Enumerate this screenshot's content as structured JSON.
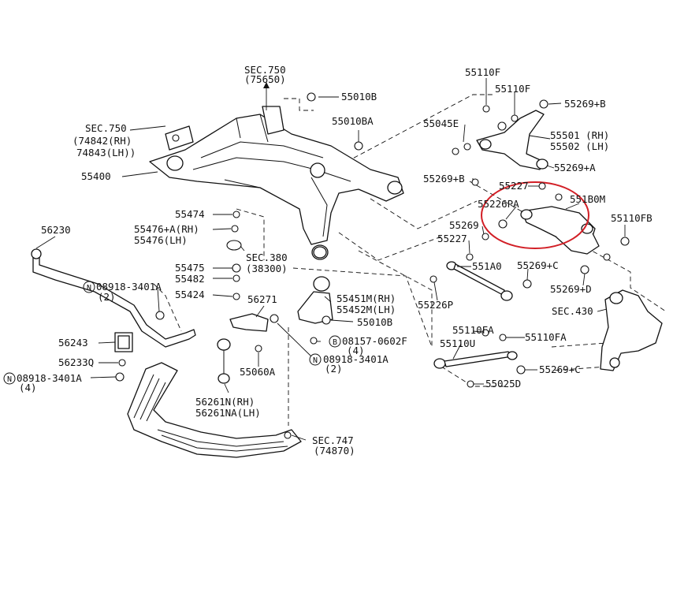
{
  "colors": {
    "line": "#111111",
    "highlight": "#d21f26",
    "background": "#ffffff"
  },
  "labels": {
    "sec750_top": "SEC.750",
    "sec750_top_sub": "(75650)",
    "p55010B_top": "55010B",
    "sec750_left": "SEC.750",
    "p74842": "(74842(RH)",
    "p74843": "74843(LH))",
    "p55010BA": "55010BA",
    "p55400": "55400",
    "p55474": "55474",
    "p55476A": "55476+A(RH)",
    "p55476": "55476(LH)",
    "p56230": "56230",
    "sec380": "SEC.380",
    "sec380_sub": "(38300)",
    "p55475": "55475",
    "p55482": "55482",
    "p55424": "55424",
    "n08918_1": "08918-3401A",
    "n08918_1_qty": "(2)",
    "p56271": "56271",
    "p55451M": "55451M(RH)",
    "p55452M": "55452M(LH)",
    "p55010B_mid": "55010B",
    "p56243": "56243",
    "b08157": "08157-0602F",
    "b08157_qty": "(4)",
    "p56233Q": "56233Q",
    "n08918_2": "08918-3401A",
    "n08918_2_qty": "(4)",
    "n08918_3": "08918-3401A",
    "n08918_3_qty": "(2)",
    "p55060A": "55060A",
    "p56261N": "56261N(RH)",
    "p56261NA": "56261NA(LH)",
    "sec747": "SEC.747",
    "sec747_sub": "(74870)",
    "p55110F_a": "55110F",
    "p55110F_b": "55110F",
    "p55269B_top": "55269+B",
    "p55045E": "55045E",
    "p55501": "55501 (RH)",
    "p55502": "55502 (LH)",
    "p55269A": "55269+A",
    "p55269B_mid": "55269+B",
    "p55227_top": "55227",
    "p551B0M": "551B0M",
    "p55226PA": "55226PA",
    "p55269_mid": "55269",
    "p55110FB": "55110FB",
    "p55227_mid": "55227",
    "p551A0": "551A0",
    "p55269C_mid": "55269+C",
    "p55269D": "55269+D",
    "p55226P": "55226P",
    "sec430": "SEC.430",
    "p55110FA_a": "55110FA",
    "p55110FA_b": "55110FA",
    "p55110U": "55110U",
    "p55269C_low": "55269+C",
    "p55025D": "55025D",
    "circ_N": "N",
    "circ_B": "B"
  }
}
